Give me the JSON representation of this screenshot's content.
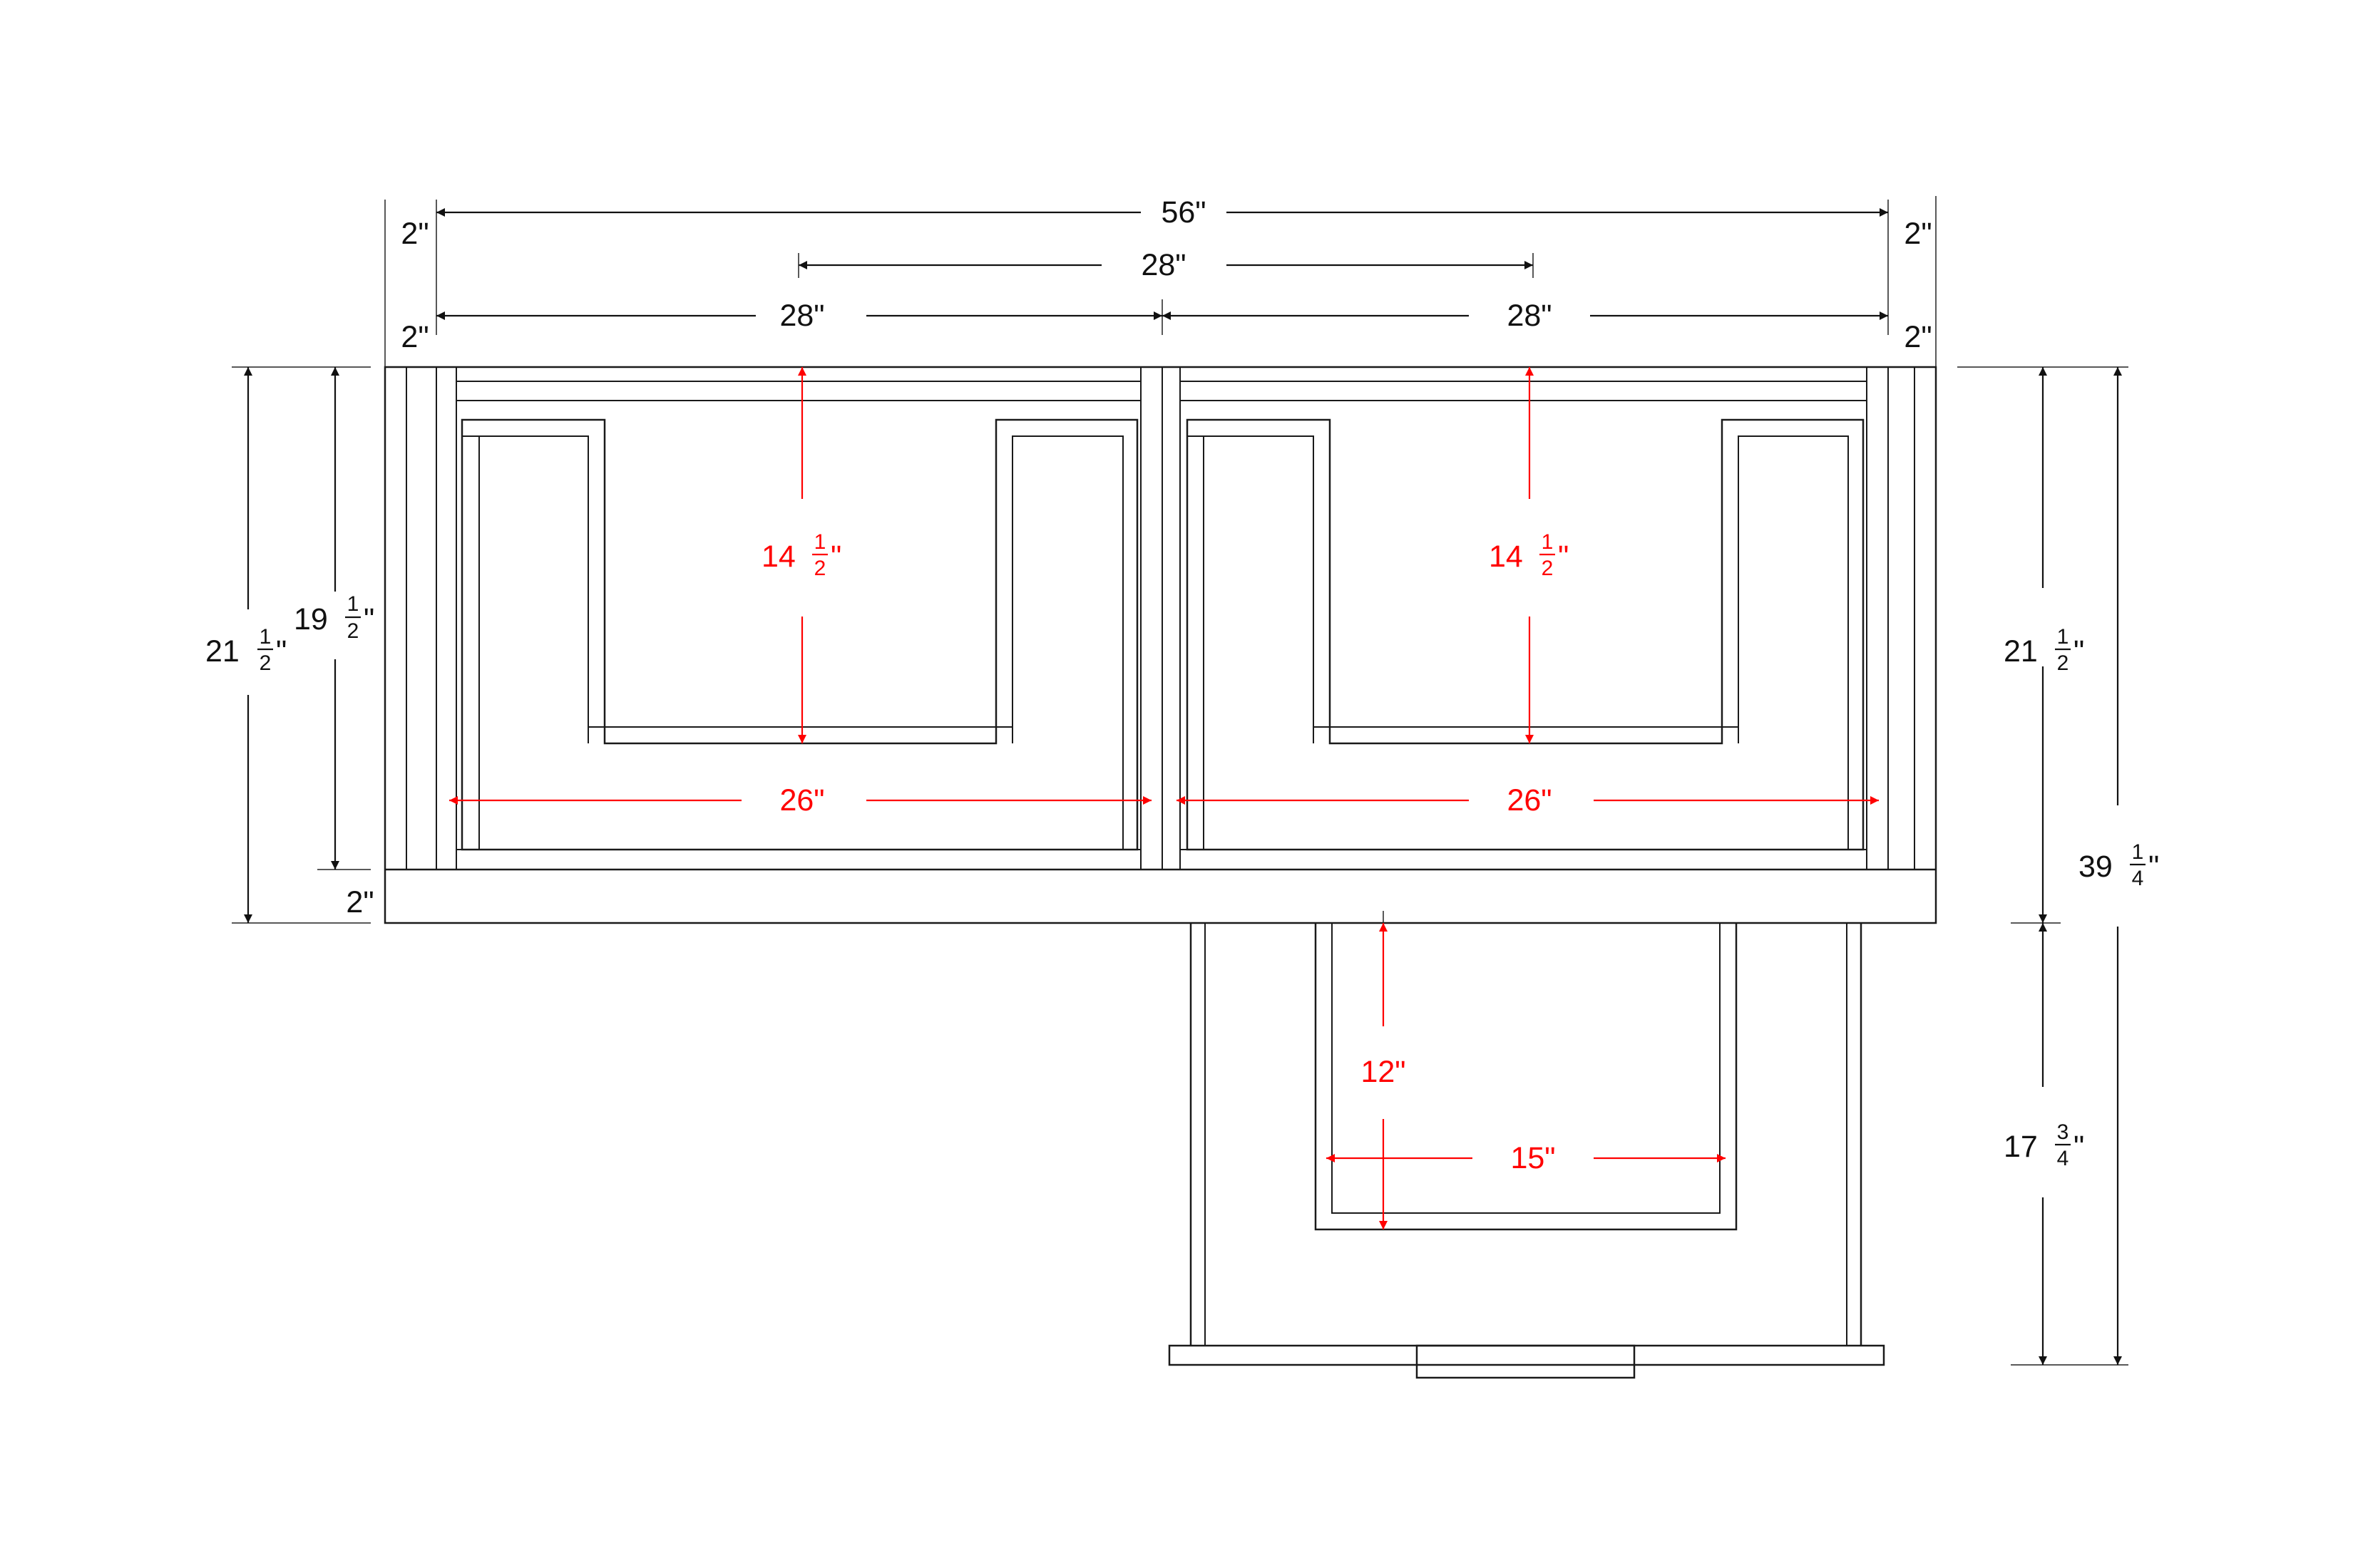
{
  "colors": {
    "dimension": "#111111",
    "interior_dimension": "#ff0000",
    "line": "#1a1a1a",
    "background": "#ffffff"
  },
  "dims": {
    "overall_width": "56\"",
    "center_span": "28\"",
    "left_bay": "28\"",
    "right_bay": "28\"",
    "end_top_left": "2\"",
    "end_top_right": "2\"",
    "end_mid_left": "2\"",
    "end_mid_right": "2\"",
    "bottom_rail": "2\"",
    "left_outer_height": {
      "whole": "21",
      "num": "1",
      "den": "2",
      "unit": "\""
    },
    "left_inner_height": {
      "whole": "19",
      "num": "1",
      "den": "2",
      "unit": "\""
    },
    "right_upper_height": {
      "whole": "21",
      "num": "1",
      "den": "2",
      "unit": "\""
    },
    "right_total_height": {
      "whole": "39",
      "num": "1",
      "den": "4",
      "unit": "\""
    },
    "right_lower_height": {
      "whole": "17",
      "num": "3",
      "den": "4",
      "unit": "\""
    }
  },
  "red_dims": {
    "left_opening_depth": {
      "whole": "14",
      "num": "1",
      "den": "2",
      "unit": "\""
    },
    "right_opening_depth": {
      "whole": "14",
      "num": "1",
      "den": "2",
      "unit": "\""
    },
    "left_interior_width": "26\"",
    "right_interior_width": "26\"",
    "lower_opening_depth": "12\"",
    "lower_opening_width": "15\""
  }
}
